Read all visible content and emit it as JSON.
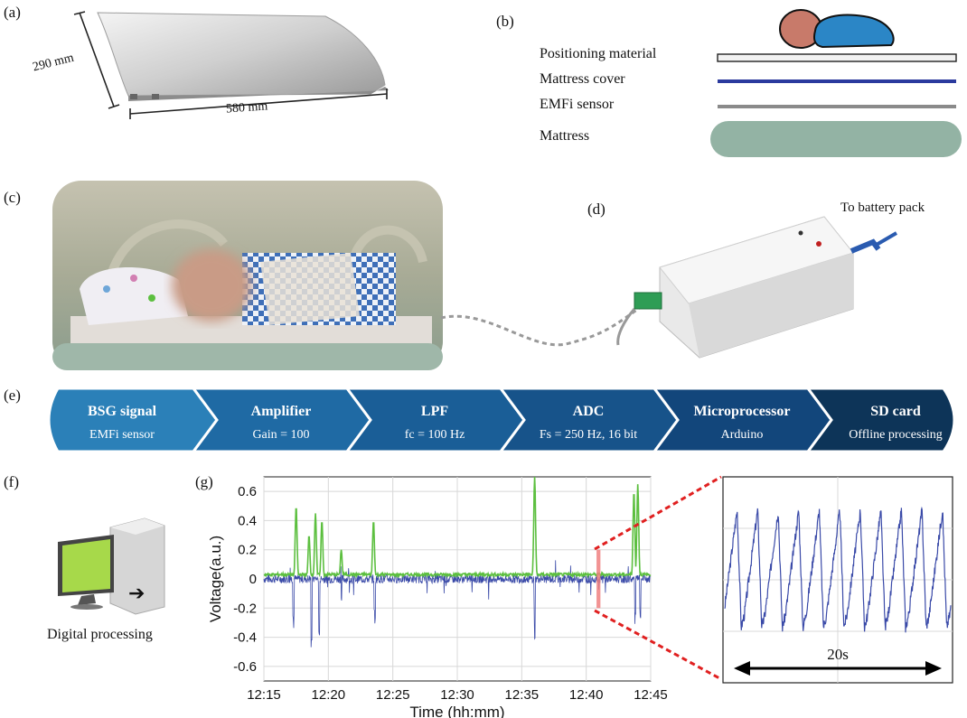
{
  "panels": {
    "a": "(a)",
    "b": "(b)",
    "c": "(c)",
    "d": "(d)",
    "e": "(e)",
    "f": "(f)",
    "g": "(g)"
  },
  "sensor": {
    "height_label": "290 mm",
    "width_label": "580 mm"
  },
  "layers": [
    {
      "label": "Positioning material",
      "color": "#f2f2f2"
    },
    {
      "label": "Mattress cover",
      "color": "#2b3a9e"
    },
    {
      "label": "EMFi sensor",
      "color": "#8a8a8a"
    },
    {
      "label": "Mattress",
      "color": "#93b3a4"
    }
  ],
  "device": {
    "cable_label": "To battery pack"
  },
  "pipeline": [
    {
      "title": "BSG signal",
      "subtitle": "EMFi sensor",
      "color": "#2b80b8"
    },
    {
      "title": "Amplifier",
      "subtitle": "Gain = 100",
      "color": "#1f6aa4"
    },
    {
      "title": "LPF",
      "subtitle": "fc = 100 Hz",
      "color": "#1a5e97"
    },
    {
      "title": "ADC",
      "subtitle": "Fs = 250 Hz, 16 bit",
      "color": "#17538a"
    },
    {
      "title": "Microprocessor",
      "subtitle": "Arduino",
      "color": "#12467b"
    },
    {
      "title": "SD card",
      "subtitle": "Offline processing",
      "color": "#0d3458"
    }
  ],
  "computer": {
    "label": "Digital processing"
  },
  "chart_data": [
    {
      "type": "line",
      "xlabel": "Time (hh:mm)",
      "ylabel": "Voltage(a.u.)",
      "xtick_labels": [
        "12:15",
        "12:20",
        "12:25",
        "12:30",
        "12:35",
        "12:40",
        "12:45"
      ],
      "xlim_minutes": [
        15,
        45
      ],
      "ylim": [
        -0.7,
        0.7
      ],
      "yticks": [
        0.6,
        0.4,
        0.2,
        0,
        -0.2,
        -0.4,
        -0.6
      ],
      "ytick_labels": [
        "0.6",
        "0.4",
        "0.2",
        "0",
        "-0.2",
        "-0.4",
        "-0.6"
      ],
      "grid": true,
      "series": [
        {
          "color": "#5cbf3f",
          "peaks": [
            [
              17.5,
              0.5
            ],
            [
              18.5,
              0.3
            ],
            [
              19.0,
              0.45
            ],
            [
              19.5,
              0.4
            ],
            [
              21.0,
              0.2
            ],
            [
              23.5,
              0.4
            ],
            [
              36.0,
              0.7
            ],
            [
              43.7,
              0.6
            ],
            [
              44.0,
              0.65
            ]
          ],
          "baseline": 0.03
        },
        {
          "color": "#3a4aa8",
          "spikes": [
            [
              17.3,
              -0.35
            ],
            [
              18.7,
              -0.55
            ],
            [
              19.3,
              -0.4
            ],
            [
              21.0,
              -0.15
            ],
            [
              23.6,
              -0.33
            ],
            [
              36.0,
              -0.45
            ],
            [
              43.8,
              -0.38
            ],
            [
              44.2,
              -0.3
            ]
          ],
          "baseline": 0.0
        }
      ],
      "highlight_minutes": [
        40.8,
        41.1
      ],
      "highlight_color": "#f08080"
    },
    {
      "type": "line",
      "description_window_label": "20s",
      "series": [
        {
          "color": "#3a4aa8",
          "cycles": 11
        }
      ],
      "grid": true
    }
  ]
}
